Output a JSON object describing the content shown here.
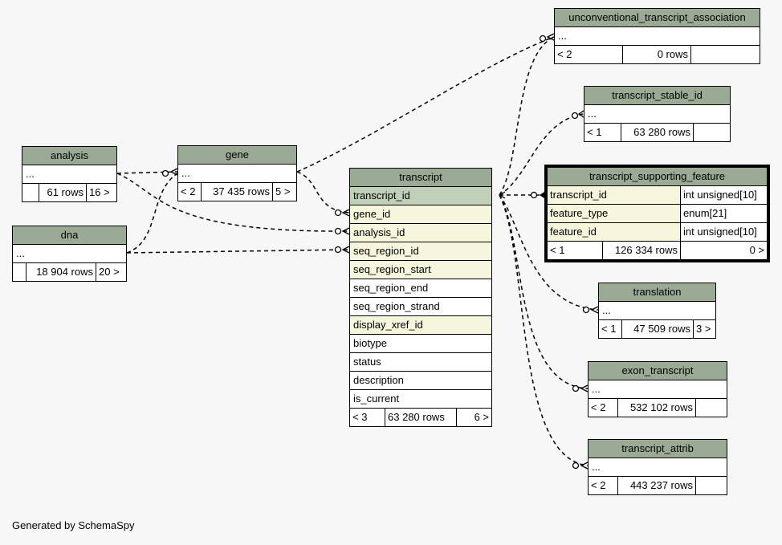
{
  "tables": {
    "uta": {
      "name": "unconventional_transcript_association",
      "row": "...",
      "parents": "< 2",
      "rows": "0 rows",
      "children": ""
    },
    "tsi": {
      "name": "transcript_stable_id",
      "row": "...",
      "parents": "< 1",
      "rows": "63 280 rows",
      "children": ""
    },
    "tsf": {
      "name": "transcript_supporting_feature",
      "columns": [
        {
          "name": "transcript_id",
          "type": "int unsigned[10]"
        },
        {
          "name": "feature_type",
          "type": "enum[21]"
        },
        {
          "name": "feature_id",
          "type": "int unsigned[10]"
        }
      ],
      "parents": "< 1",
      "rows": "126 334 rows",
      "children": "0 >"
    },
    "translation": {
      "name": "translation",
      "row": "...",
      "parents": "< 1",
      "rows": "47 509 rows",
      "children": "3 >"
    },
    "exon_transcript": {
      "name": "exon_transcript",
      "row": "...",
      "parents": "< 2",
      "rows": "532 102 rows",
      "children": ""
    },
    "transcript_attrib": {
      "name": "transcript_attrib",
      "row": "...",
      "parents": "< 2",
      "rows": "443 237 rows",
      "children": ""
    },
    "analysis": {
      "name": "analysis",
      "row": "...",
      "parents": "",
      "rows": "61 rows",
      "children": "16 >"
    },
    "gene": {
      "name": "gene",
      "row": "...",
      "parents": "< 2",
      "rows": "37 435 rows",
      "children": "5 >"
    },
    "dna": {
      "name": "dna",
      "row": "...",
      "parents": "",
      "rows": "18 904 rows",
      "children": "20 >"
    },
    "transcript": {
      "name": "transcript",
      "columns": [
        "transcript_id",
        "gene_id",
        "analysis_id",
        "seq_region_id",
        "seq_region_start",
        "seq_region_end",
        "seq_region_strand",
        "display_xref_id",
        "biotype",
        "status",
        "description",
        "is_current"
      ],
      "parents": "< 3",
      "rows": "63 280 rows",
      "children": "6 >"
    }
  },
  "footer": "Generated by SchemaSpy"
}
